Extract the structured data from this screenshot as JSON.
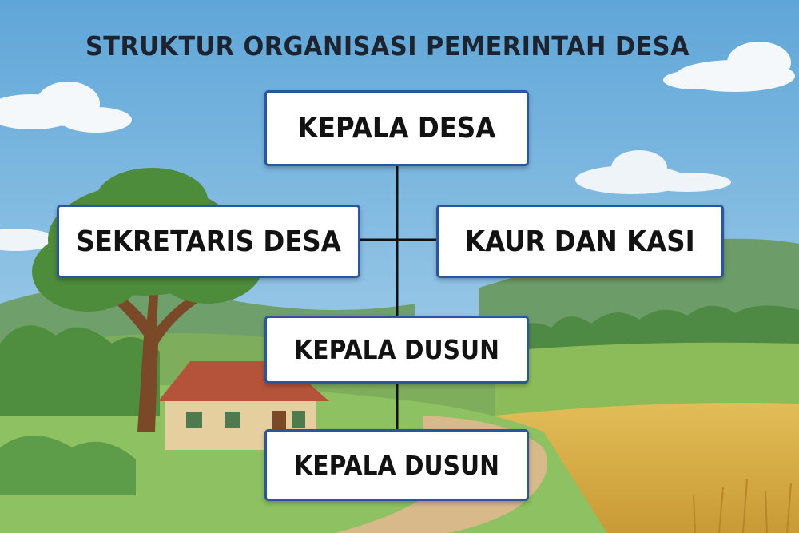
{
  "title": "STRUKTUR ORGANISASI PEMERINTAH DESA",
  "nodes": {
    "kepala_desa": "KEPALA DESA",
    "sekretaris_desa": "SEKRETARIS DESA",
    "kaur_dan_kasi": "KAUR DAN KASI",
    "kepala_dusun_1": "KEPALA DUSUN",
    "kepala_dusun_2": "KEPALA DUSUN"
  },
  "colors": {
    "sky": "#8ec3e6",
    "box_border": "#2a56a0",
    "connector": "#111111",
    "grass": "#86b85a",
    "wheat": "#d9b24c",
    "roof": "#b5533a"
  }
}
